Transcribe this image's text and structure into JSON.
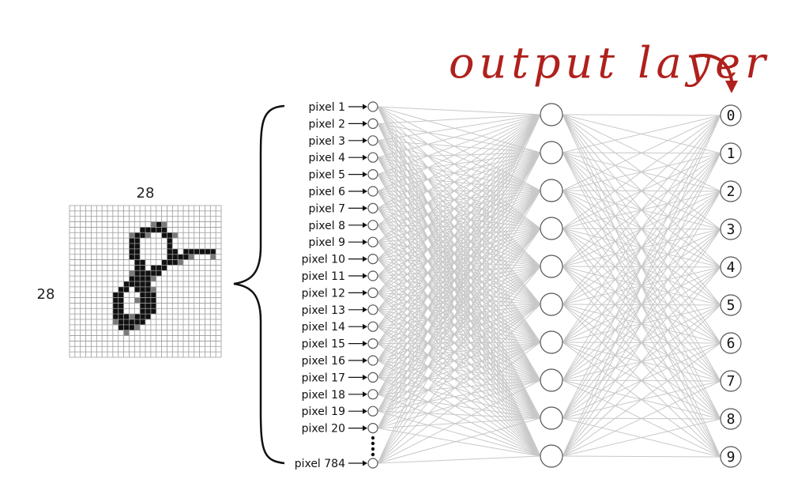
{
  "image": {
    "width_label": "28",
    "height_label": "28",
    "grid_cells": 28,
    "digit_pixels": [
      [
        3,
        16
      ],
      [
        4,
        13
      ],
      [
        4,
        14
      ],
      [
        4,
        15
      ],
      [
        4,
        16
      ],
      [
        4,
        17
      ],
      [
        5,
        12
      ],
      [
        5,
        13
      ],
      [
        5,
        17
      ],
      [
        5,
        18
      ],
      [
        6,
        11
      ],
      [
        6,
        12
      ],
      [
        6,
        18
      ],
      [
        7,
        11
      ],
      [
        7,
        12
      ],
      [
        7,
        18
      ],
      [
        8,
        11
      ],
      [
        8,
        12
      ],
      [
        8,
        18
      ],
      [
        8,
        19
      ],
      [
        8,
        21
      ],
      [
        8,
        22
      ],
      [
        8,
        23
      ],
      [
        8,
        24
      ],
      [
        8,
        25
      ],
      [
        8,
        26
      ],
      [
        9,
        11
      ],
      [
        9,
        12
      ],
      [
        9,
        18
      ],
      [
        9,
        19
      ],
      [
        9,
        20
      ],
      [
        9,
        21
      ],
      [
        10,
        12
      ],
      [
        10,
        13
      ],
      [
        10,
        17
      ],
      [
        10,
        18
      ],
      [
        10,
        19
      ],
      [
        11,
        12
      ],
      [
        11,
        13
      ],
      [
        11,
        15
      ],
      [
        11,
        16
      ],
      [
        11,
        17
      ],
      [
        12,
        12
      ],
      [
        12,
        13
      ],
      [
        12,
        14
      ],
      [
        12,
        15
      ],
      [
        12,
        16
      ],
      [
        13,
        11
      ],
      [
        13,
        12
      ],
      [
        13,
        13
      ],
      [
        13,
        14
      ],
      [
        14,
        10
      ],
      [
        14,
        11
      ],
      [
        14,
        12
      ],
      [
        14,
        13
      ],
      [
        14,
        14
      ],
      [
        15,
        9
      ],
      [
        15,
        10
      ],
      [
        15,
        12
      ],
      [
        15,
        13
      ],
      [
        15,
        14
      ],
      [
        16,
        8
      ],
      [
        16,
        9
      ],
      [
        16,
        13
      ],
      [
        16,
        14
      ],
      [
        16,
        15
      ],
      [
        17,
        8
      ],
      [
        17,
        9
      ],
      [
        17,
        13
      ],
      [
        17,
        14
      ],
      [
        17,
        15
      ],
      [
        18,
        8
      ],
      [
        18,
        9
      ],
      [
        18,
        13
      ],
      [
        18,
        14
      ],
      [
        18,
        15
      ],
      [
        19,
        8
      ],
      [
        19,
        9
      ],
      [
        19,
        13
      ],
      [
        19,
        14
      ],
      [
        19,
        15
      ],
      [
        20,
        8
      ],
      [
        20,
        9
      ],
      [
        20,
        10
      ],
      [
        20,
        12
      ],
      [
        20,
        13
      ],
      [
        20,
        14
      ],
      [
        21,
        9
      ],
      [
        21,
        10
      ],
      [
        21,
        11
      ],
      [
        21,
        12
      ],
      [
        21,
        13
      ],
      [
        22,
        9
      ],
      [
        22,
        10
      ],
      [
        22,
        11
      ]
    ],
    "gray_pixels": [
      [
        3,
        15
      ],
      [
        3,
        17
      ],
      [
        5,
        11
      ],
      [
        5,
        14
      ],
      [
        5,
        19
      ],
      [
        9,
        22
      ],
      [
        9,
        26
      ],
      [
        10,
        20
      ],
      [
        12,
        11
      ],
      [
        13,
        15
      ],
      [
        15,
        15
      ],
      [
        17,
        12
      ],
      [
        20,
        11
      ],
      [
        21,
        8
      ],
      [
        22,
        12
      ],
      [
        23,
        10
      ]
    ]
  },
  "input_layer": {
    "pixel_labels": [
      "pixel 1",
      "pixel 2",
      "pixel 3",
      "pixel 4",
      "pixel 5",
      "pixel 6",
      "pixel 7",
      "pixel 8",
      "pixel 9",
      "pixel 10",
      "pixel 11",
      "pixel 12",
      "pixel 13",
      "pixel 14",
      "pixel 15",
      "pixel 16",
      "pixel 17",
      "pixel 18",
      "pixel 19",
      "pixel 20"
    ],
    "last_label": "pixel 784"
  },
  "hidden_layer": {
    "neuron_count": 10
  },
  "output_layer": {
    "labels": [
      "0",
      "1",
      "2",
      "3",
      "4",
      "5",
      "6",
      "7",
      "8",
      "9"
    ]
  },
  "annotation": {
    "text": "output layer",
    "color": "#b0201c"
  },
  "colors": {
    "edge": "#c8c8c8",
    "node_stroke": "#555555",
    "grid_line": "#9a9a9a",
    "pixel_dark": "#111111",
    "pixel_gray": "#7a7a7a",
    "brace": "#111111",
    "arrow": "#111111"
  }
}
